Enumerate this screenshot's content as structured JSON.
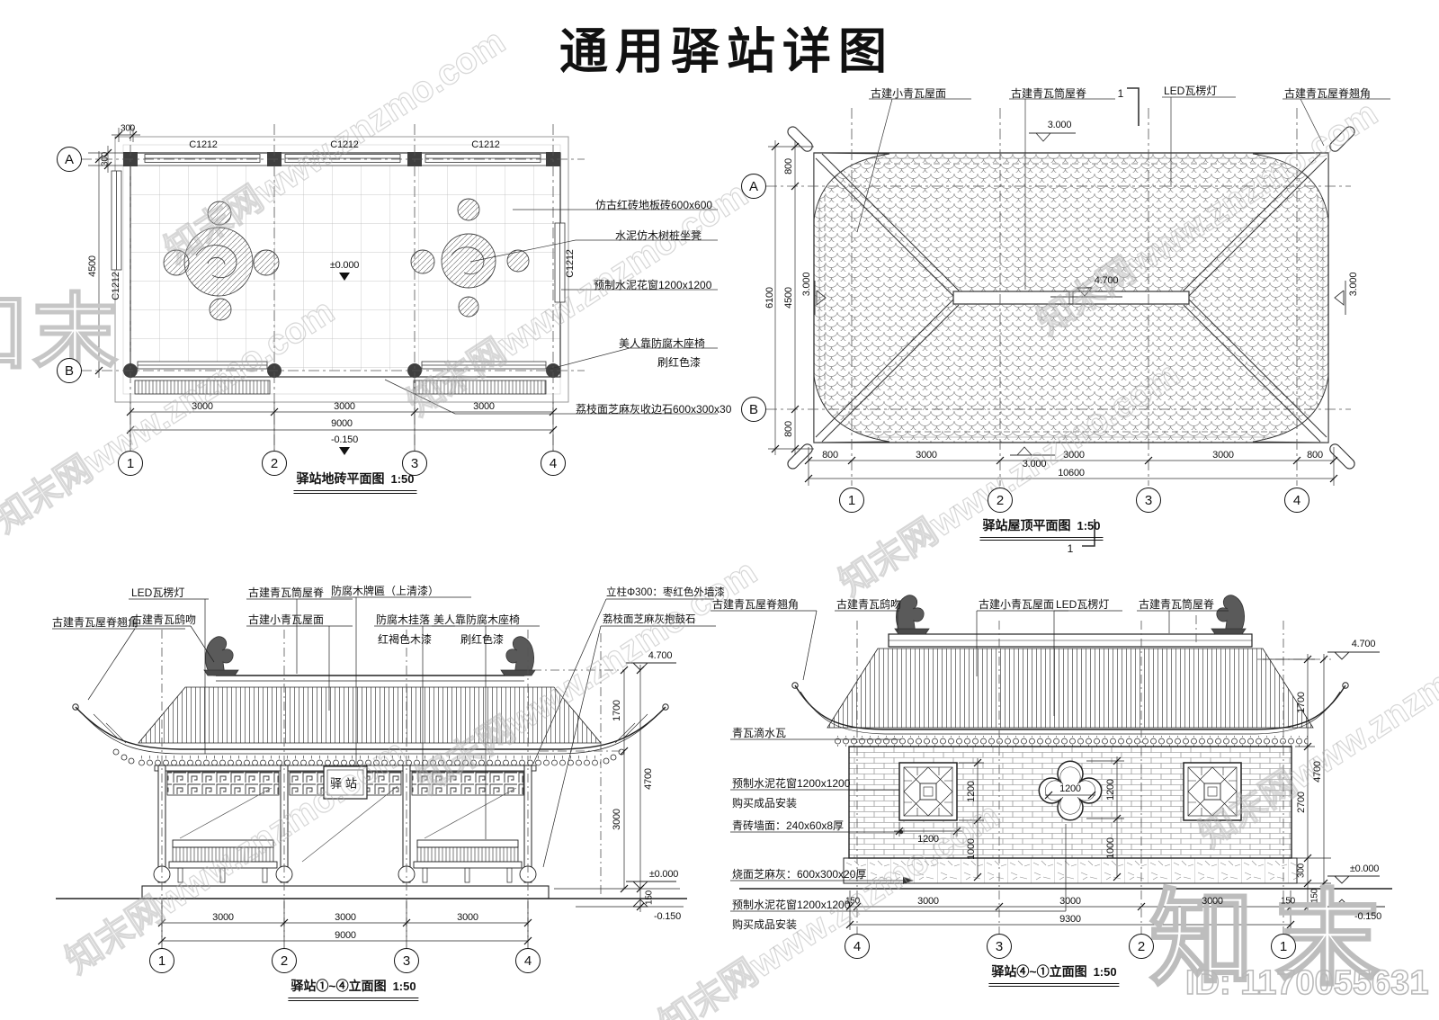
{
  "title": "通用驿站详图",
  "watermark": {
    "tile": "知末网www.znzmo.com",
    "logo": "知末",
    "id": "ID: 1170055631"
  },
  "axes": {
    "a": "A",
    "b": "B",
    "n1": "1",
    "n2": "2",
    "n3": "3",
    "n4": "4"
  },
  "dims": {
    "d150": "150",
    "d300": "300",
    "d800": "800",
    "d1000": "1000",
    "d1200": "1200",
    "d1700": "1700",
    "d2700": "2700",
    "d3000": "3000",
    "d4500": "4500",
    "d4700": "4700",
    "d6100": "6100",
    "d9000": "9000",
    "d9300": "9300",
    "d10600": "10600"
  },
  "levels": {
    "zero": "±0.000",
    "neg": "-0.150",
    "e3": "3.000",
    "e47": "4.700"
  },
  "plan": {
    "caption": "驿站地砖平面图",
    "scale": "1:50",
    "window_tag": "C1212",
    "notes": [
      "仿古红砖地板砖600x600",
      "水泥仿木树桩坐凳",
      "预制水泥花窗1200x1200",
      "美人靠防腐木座椅",
      "刷红色漆",
      "荔枝面芝麻灰收边石600x300x30"
    ]
  },
  "roof": {
    "caption": "驿站屋顶平面图",
    "scale": "1:50",
    "section": "1",
    "notes": [
      "古建小青瓦屋面",
      "古建青瓦筒屋脊",
      "LED瓦楞灯",
      "古建青瓦屋脊翘角"
    ]
  },
  "front": {
    "caption": "驿站①~④立面图",
    "scale": "1:50",
    "plaque": "驿站",
    "notes": [
      "古建青瓦屋脊翘角",
      "LED瓦楞灯",
      "古建青瓦鸱吻",
      "古建青瓦筒屋脊",
      "古建小青瓦屋面",
      "防腐木牌匾（上清漆）",
      "防腐木挂落",
      "红褐色木漆",
      "美人靠防腐木座椅",
      "刷红色漆",
      "立柱Φ300：枣红色外墙漆",
      "荔枝面芝麻灰抱鼓石"
    ]
  },
  "rear": {
    "caption": "驿站④~①立面图",
    "scale": "1:50",
    "top_notes": [
      "古建青瓦屋脊翘角",
      "古建青瓦鸱吻",
      "古建小青瓦屋面",
      "LED瓦楞灯",
      "古建青瓦筒屋脊"
    ],
    "left_notes": [
      "青瓦滴水瓦",
      "预制水泥花窗1200x1200",
      "购买成品安装",
      "青砖墙面：240x60x8厚",
      "烧面芝麻灰：600x300x20厚",
      "预制水泥花窗1200x1200",
      "购买成品安装"
    ]
  }
}
